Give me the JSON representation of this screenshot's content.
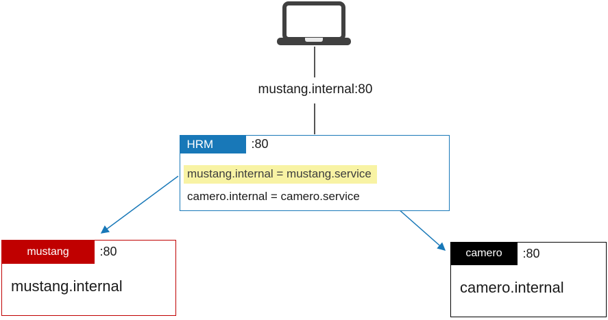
{
  "palette": {
    "proxy_blue": "#1878b8",
    "mustang_red": "#c00000",
    "camero_black": "#000000",
    "highlight_yellow": "#f8f3a4",
    "laptop_gray": "#404040"
  },
  "client": {
    "device": "laptop",
    "request_label": "mustang.internal:80"
  },
  "proxy": {
    "name": "HRM",
    "port": ":80",
    "rules": [
      {
        "text": "mustang.internal = mustang.service",
        "highlighted": true
      },
      {
        "text": "camero.internal = camero.service",
        "highlighted": false
      }
    ]
  },
  "services": [
    {
      "name": "mustang",
      "port": ":80",
      "host": "mustang.internal",
      "accent": "#c00000"
    },
    {
      "name": "camero",
      "port": ":80",
      "host": "camero.internal",
      "accent": "#000000"
    }
  ]
}
